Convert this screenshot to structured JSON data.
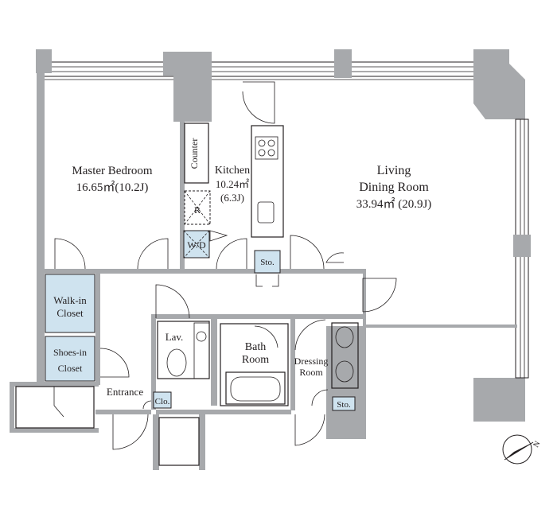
{
  "rooms": {
    "master_bedroom": {
      "name": "Master Bedroom",
      "area": "16.65㎡(10.2J)"
    },
    "kitchen": {
      "name": "Kitchen",
      "area": "10.24㎡",
      "tatami": "(6.3J)"
    },
    "living": {
      "line1": "Living",
      "line2": "Dining Room",
      "area": "33.94㎡ (20.9J)"
    },
    "walk_in": {
      "line1": "Walk-in",
      "line2": "Closet"
    },
    "shoes_in": {
      "line1": "Shoes-in",
      "line2": "Closet"
    },
    "bath": {
      "line1": "Bath",
      "line2": "Room"
    },
    "dressing": {
      "line1": "Dressing",
      "line2": "Room"
    },
    "lav": "Lav.",
    "entrance": "Entrance"
  },
  "fixtures": {
    "counter": "Counter",
    "refrigerator": "R",
    "washer_dryer": "W/D",
    "storage_kitchen": "Sto.",
    "storage_dressing": "Sto.",
    "closet": "Clo."
  },
  "compass": {
    "label": "N"
  },
  "colors": {
    "wall": "#a7a9ac",
    "closet_fill": "#cfe3ef",
    "ink": "#231f20"
  }
}
